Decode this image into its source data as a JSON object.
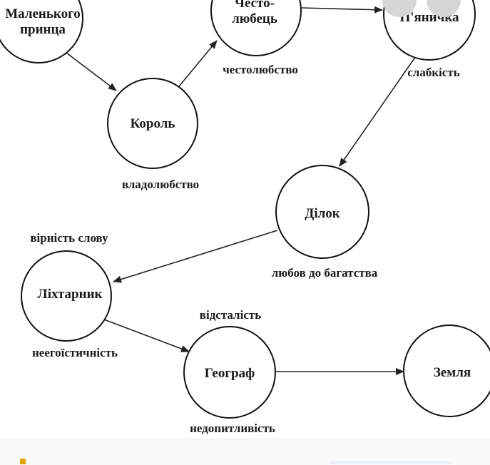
{
  "nodes": {
    "little_prince": [
      "Маленького",
      "принца"
    ],
    "king": [
      "Король"
    ],
    "ambitious": [
      "Често-",
      "любець"
    ],
    "drunkard": [
      "П'яничка"
    ],
    "businessman": [
      "Ділок"
    ],
    "lamplighter": [
      "Ліхтарник"
    ],
    "geographer": [
      "Географ"
    ],
    "earth": [
      "Земля"
    ]
  },
  "labels": {
    "king": "владолюбство",
    "ambitious": "честолюбство",
    "drunkard": "слабкість",
    "businessman": "любов до багатства",
    "lamplighter_top": "вірність слову",
    "lamplighter_bottom": "неегоїстичність",
    "geographer_top": "відсталість",
    "geographer_bottom": "недопитливість"
  },
  "colors": {
    "accent_icon": "#e2a400"
  },
  "icons": [
    "star-icon",
    "corner-icon"
  ]
}
